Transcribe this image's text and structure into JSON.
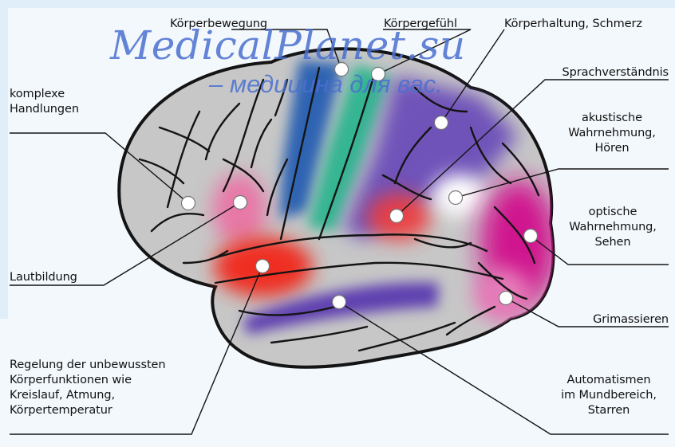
{
  "watermark": {
    "site": "MedicalPlanet.su",
    "slogan": "– медицина для вас."
  },
  "labels": {
    "koerperbewegung": "Körperbewegung",
    "koerpergefuehl": "Körpergefühl",
    "koerperhaltung": "Körperhaltung, Schmerz",
    "sprachverstaendnis": "Sprachverständnis",
    "komplexe": "komplexe\nHandlungen",
    "akustische": "akustische\nWahrnehmung,\nHören",
    "optische": "optische\nWahrnehmung,\nSehen",
    "lautbildung": "Lautbildung",
    "grimassieren": "Grimassieren",
    "regelung": "Regelung der unbewussten\nKörperfunktionen wie\nKreislauf, Atmung,\nKörpertemperatur",
    "automatismen": "Automatismen\nim Mundbereich,\nStarren"
  },
  "colors": {
    "brain_fill": "#c7c7c7",
    "outline": "#141414",
    "motor": "#2f63b2",
    "sensory": "#36b592",
    "posture": "#6f52b9",
    "speech": "#ef2d20",
    "hearing": "#ffffff",
    "vision": "#d0168f",
    "temporal": "#5f3fb0",
    "watermark": "#4a6fd0"
  }
}
